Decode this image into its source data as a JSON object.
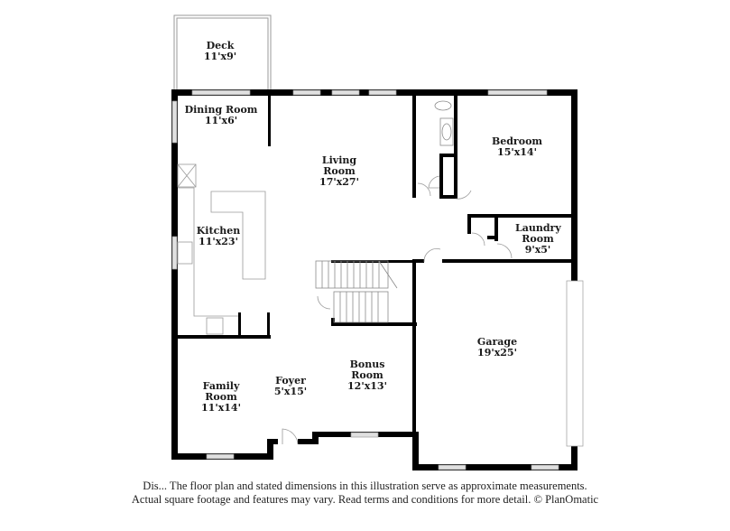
{
  "floorplan": {
    "rooms": [
      {
        "name": "Deck",
        "dims": "11'x9'"
      },
      {
        "name": "Dining Room",
        "dims": "11'x6'"
      },
      {
        "name": "Living Room",
        "dims": "17'x27'"
      },
      {
        "name": "Bedroom",
        "dims": "15'x14'"
      },
      {
        "name": "Kitchen",
        "dims": "11'x23'"
      },
      {
        "name": "Laundry Room",
        "dims": "9'x5'"
      },
      {
        "name": "Garage",
        "dims": "19'x25'"
      },
      {
        "name": "Family Room",
        "dims": "11'x14'"
      },
      {
        "name": "Foyer",
        "dims": "5'x15'"
      },
      {
        "name": "Bonus Room",
        "dims": "12'x13'"
      }
    ],
    "colors": {
      "wall": "#000000",
      "window": "#d9d9d9",
      "fixture": "#8a8a8a"
    }
  },
  "disclaimer": {
    "line1": "Dis... The floor plan and stated dimensions in this illustration serve as approximate measurements.",
    "line2": "Actual square footage and features may vary. Read terms and conditions for more detail. © PlanOmatic"
  }
}
